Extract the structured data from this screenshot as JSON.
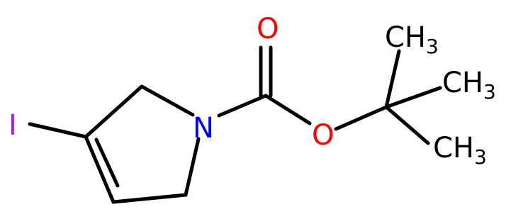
{
  "molecule": {
    "atoms": {
      "iodine": {
        "text": "I",
        "color": "#a020f0"
      },
      "nitrogen": {
        "text": "N",
        "color": "#0000ff"
      },
      "carbonyl_oxygen": {
        "text": "O",
        "color": "#ff0000"
      },
      "ester_oxygen": {
        "text": "O",
        "color": "#ff0000"
      },
      "methyl_1": {
        "main": "CH",
        "sub": "3",
        "color": "#000000"
      },
      "methyl_2": {
        "main": "CH",
        "sub": "3",
        "color": "#000000"
      },
      "methyl_3": {
        "main": "CH",
        "sub": "3",
        "color": "#000000"
      }
    },
    "bond_color": "#000000"
  }
}
